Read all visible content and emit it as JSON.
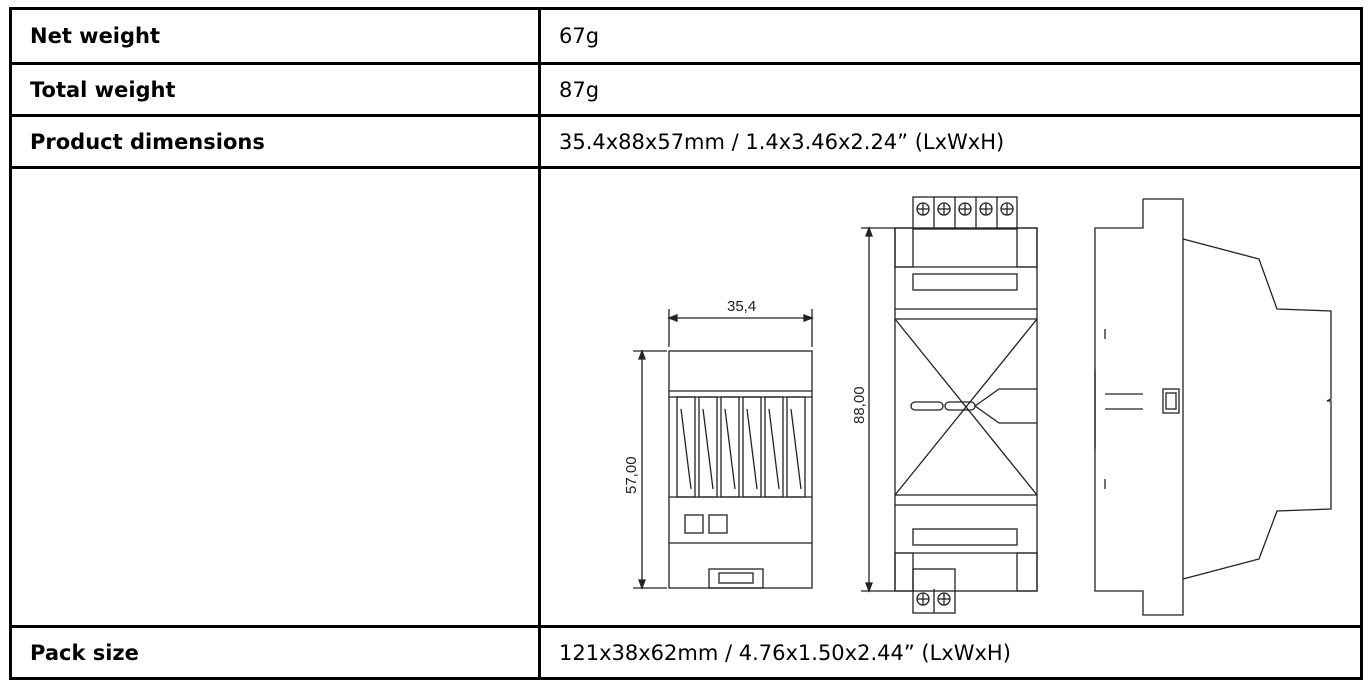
{
  "rows": [
    {
      "label": "Net weight",
      "value": "67g"
    },
    {
      "label": "Total weight",
      "value": "87g"
    },
    {
      "label": "Product dimensions",
      "value": "35.4x88x57mm / 1.4x3.46x2.24” (LxWxH)"
    },
    {
      "label": "",
      "value": ""
    },
    {
      "label": "Pack size",
      "value": "121x38x62mm / 4.76x1.50x2.44” (LxWxH)"
    }
  ],
  "drawing": {
    "width_dim": "35,4",
    "height_dim": "57,00",
    "length_dim": "88,00"
  }
}
